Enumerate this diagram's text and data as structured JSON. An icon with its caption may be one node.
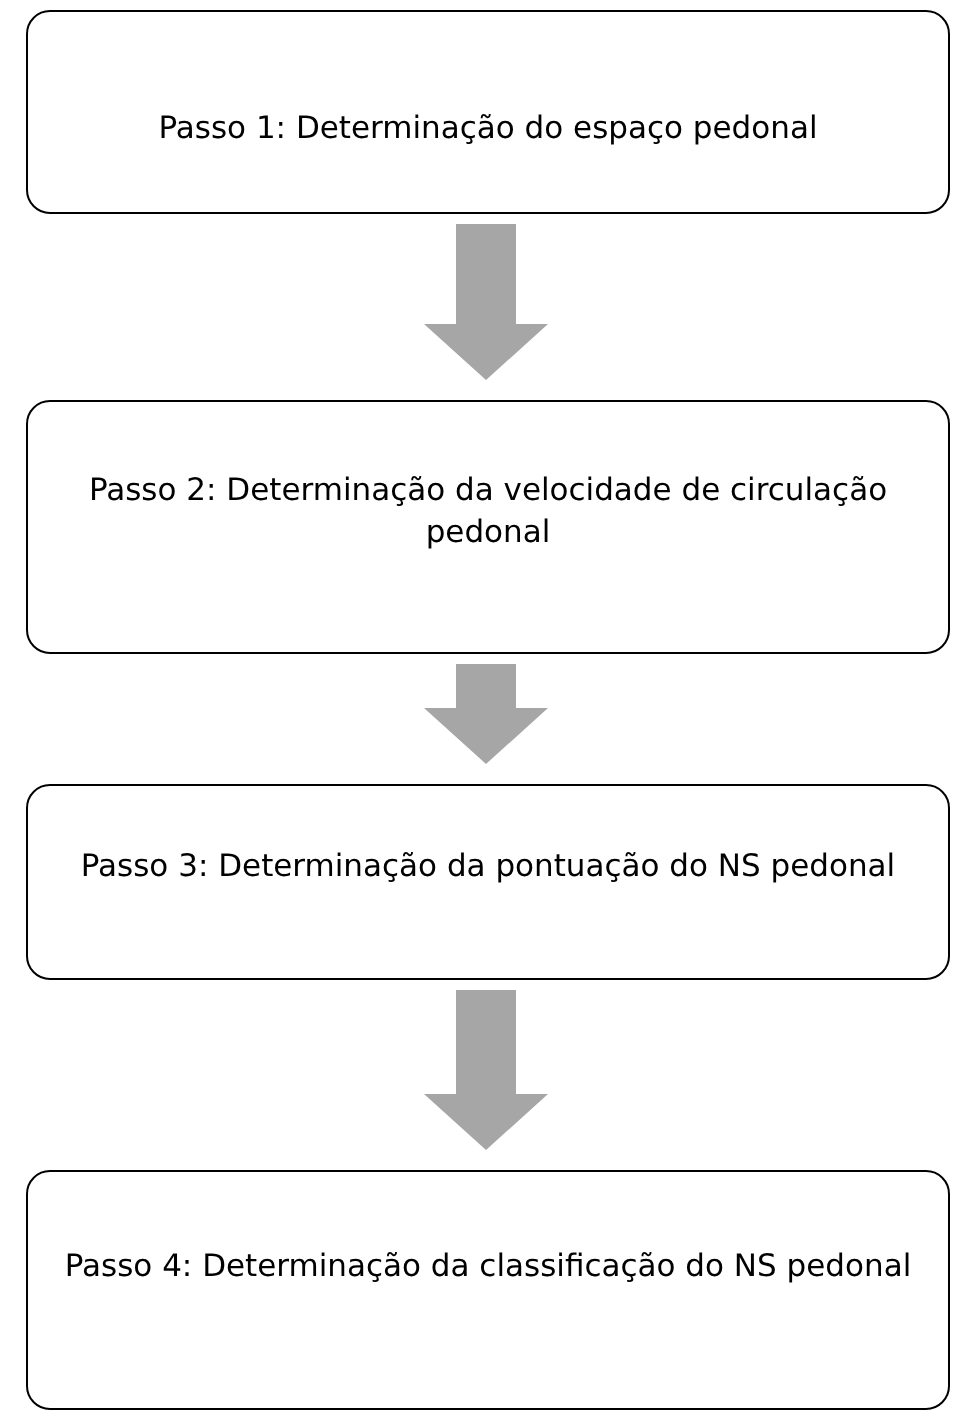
{
  "diagram": {
    "nodes": [
      {
        "text": [
          "Passo 1: Determinação do espaço pedonal"
        ]
      },
      {
        "text": [
          "Passo 2: Determinação da velocidade de circulação pedonal"
        ]
      },
      {
        "text": [
          "Passo 3: Determinação da pontuação do NS pedonal"
        ]
      },
      {
        "text": [
          "Passo 4: Determinação da classificação do NS pedonal"
        ]
      }
    ],
    "edges": [
      {
        "from": 0,
        "to": 1,
        "arrow": "to"
      },
      {
        "from": 1,
        "to": 2,
        "arrow": "to"
      },
      {
        "from": 2,
        "to": 3,
        "arrow": "to"
      }
    ]
  }
}
